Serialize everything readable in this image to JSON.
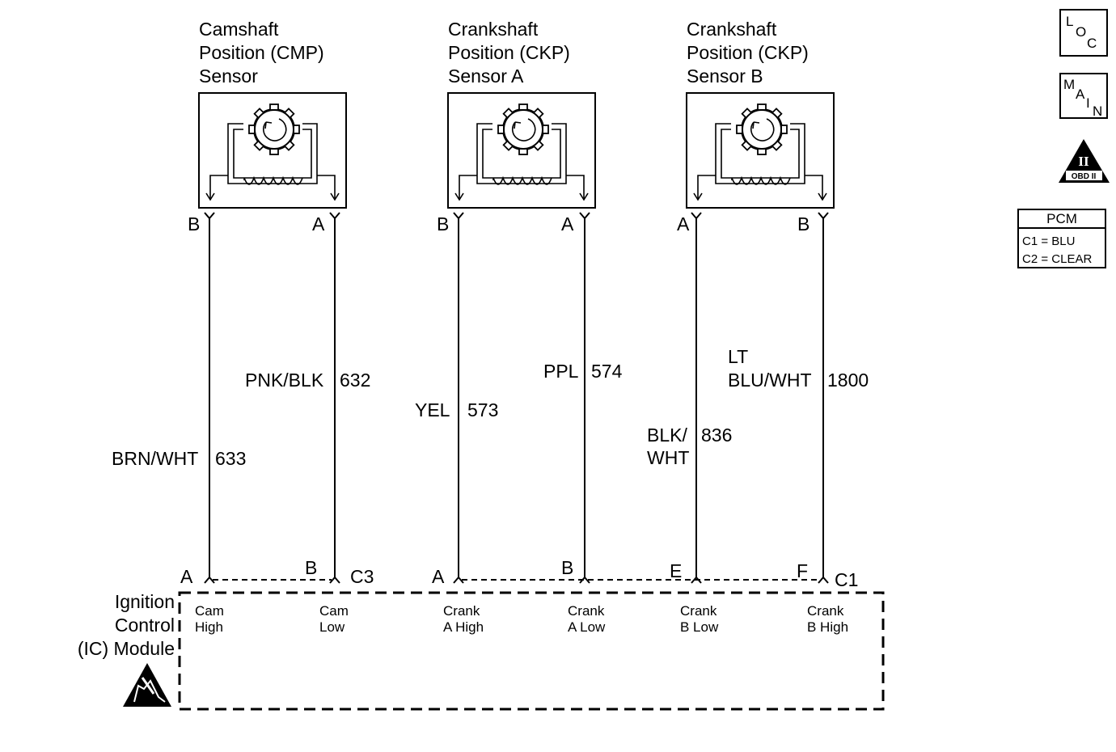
{
  "sensors": [
    {
      "title": [
        "Camshaft",
        "Position (CMP)",
        "Sensor"
      ],
      "left_pin": "B",
      "right_pin": "A"
    },
    {
      "title": [
        "Crankshaft",
        "Position (CKP)",
        "Sensor A"
      ],
      "left_pin": "B",
      "right_pin": "A"
    },
    {
      "title": [
        "Crankshaft",
        "Position (CKP)",
        "Sensor B"
      ],
      "left_pin": "A",
      "right_pin": "B"
    }
  ],
  "wires": [
    {
      "color": [
        "BRN/WHT"
      ],
      "circuit": "633",
      "module_pin": "A",
      "module_label": [
        "Cam",
        "High"
      ]
    },
    {
      "color": [
        "PNK/BLK"
      ],
      "circuit": "632",
      "module_pin": "B",
      "module_label": [
        "Cam",
        "Low"
      ]
    },
    {
      "color": [
        "YEL"
      ],
      "circuit": "573",
      "module_pin": "A",
      "module_label": [
        "Crank",
        "A High"
      ]
    },
    {
      "color": [
        "PPL"
      ],
      "circuit": "574",
      "module_pin": "B",
      "module_label": [
        "Crank",
        "A Low"
      ]
    },
    {
      "color": [
        "BLK/",
        "WHT"
      ],
      "circuit": "836",
      "module_pin": "E",
      "module_label": [
        "Crank",
        "B Low"
      ]
    },
    {
      "color": [
        "LT",
        "BLU/WHT"
      ],
      "circuit": "1800",
      "module_pin": "F",
      "module_label": [
        "Crank",
        "B High"
      ]
    }
  ],
  "connectors": {
    "c3": "C3",
    "c1": "C1"
  },
  "module": {
    "title": [
      "Ignition",
      "Control",
      "(IC) Module"
    ]
  },
  "legend": {
    "loc": [
      "L",
      "O",
      "C"
    ],
    "main": [
      "M",
      "A",
      "I",
      "N"
    ],
    "obd": {
      "numeral": "II",
      "label": "OBD II"
    },
    "pcm": {
      "title": "PCM",
      "c1": "C1 = BLU",
      "c2": "C2 = CLEAR"
    }
  }
}
